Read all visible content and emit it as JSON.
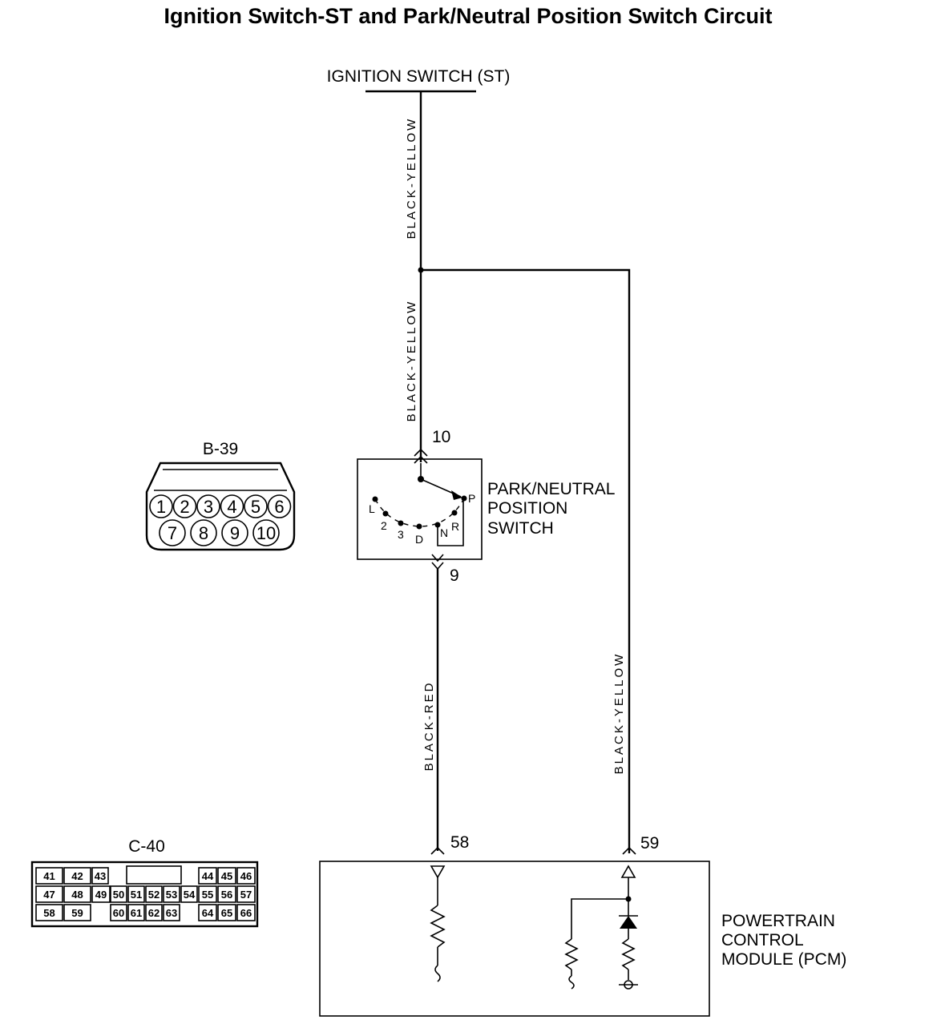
{
  "title": "Ignition Switch-ST and Park/Neutral Position Switch Circuit",
  "ignition_label": "IGNITION SWITCH (ST)",
  "wires": {
    "upper": "BLACK-YELLOW",
    "mid": "BLACK-YELLOW",
    "black_red": "BLACK-RED",
    "right": "BLACK-YELLOW"
  },
  "switch": {
    "name_lines": [
      "PARK/NEUTRAL",
      "POSITION",
      "SWITCH"
    ],
    "pin_top": "10",
    "pin_bottom": "9",
    "positions": [
      "L",
      "2",
      "3",
      "D",
      "N",
      "R",
      "P"
    ]
  },
  "pcm": {
    "name_lines": [
      "POWERTRAIN",
      "CONTROL",
      "MODULE (PCM)"
    ],
    "pin_left": "58",
    "pin_right": "59"
  },
  "connector_b39": {
    "label": "B-39",
    "row1": [
      "1",
      "2",
      "3",
      "4",
      "5",
      "6"
    ],
    "row2": [
      "7",
      "8",
      "9",
      "10"
    ]
  },
  "connector_c40": {
    "label": "C-40",
    "row1": [
      "41",
      "42",
      "43",
      "44",
      "45",
      "46"
    ],
    "row2": [
      "47",
      "48",
      "49",
      "50",
      "51",
      "52",
      "53",
      "54",
      "55",
      "56",
      "57"
    ],
    "row3": [
      "58",
      "59",
      "60",
      "61",
      "62",
      "63",
      "64",
      "65",
      "66"
    ]
  }
}
